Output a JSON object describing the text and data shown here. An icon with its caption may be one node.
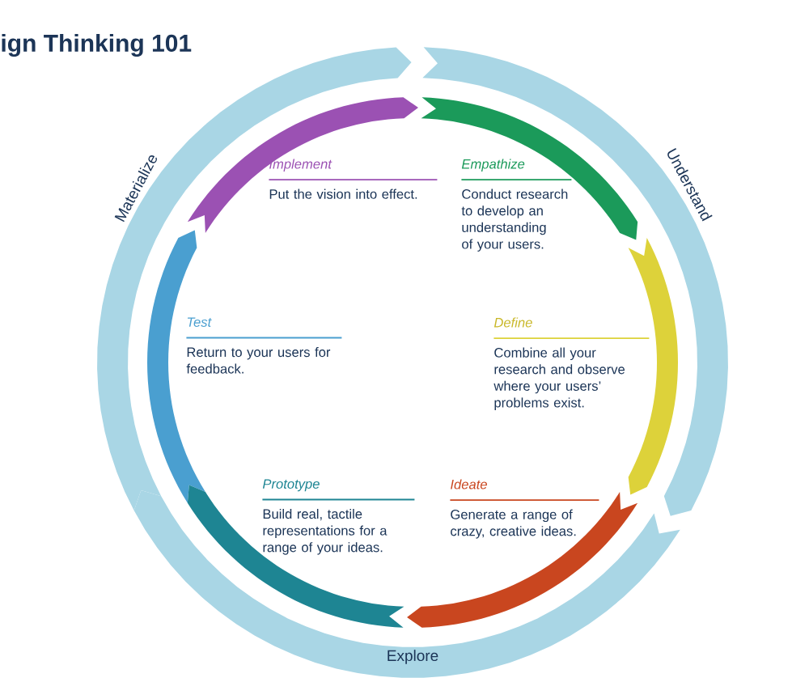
{
  "diagram": {
    "title": "ign Thinking 101",
    "nodes": [
      {
        "text": [
          "Implement",
          "Put the vision into effect."
        ]
      },
      {
        "text": [
          "Empathize",
          "Conduct research to develop an understanding of your users."
        ]
      },
      {
        "text": [
          "Test",
          "Return to your users for feedback."
        ]
      },
      {
        "text": [
          "Define",
          "Combine all your research and observe where your users’ problems exist."
        ]
      },
      {
        "text": [
          "Prototype",
          "Build real, tactile representations for a range of your ideas."
        ]
      },
      {
        "text": [
          "Ideate",
          "Generate a range of crazy, creative ideas."
        ]
      },
      {
        "text": [
          "Materialize"
        ]
      },
      {
        "text": [
          "Understand"
        ]
      },
      {
        "text": [
          "Explore"
        ]
      },
      {
        "text": [],
        "shape": "arc"
      },
      {
        "text": [],
        "shape": "arc"
      },
      {
        "text": [],
        "shape": "arc"
      },
      {
        "text": [],
        "shape": "arc"
      },
      {
        "text": [],
        "shape": "arc"
      },
      {
        "text": [],
        "shape": "arc"
      }
    ]
  }
}
